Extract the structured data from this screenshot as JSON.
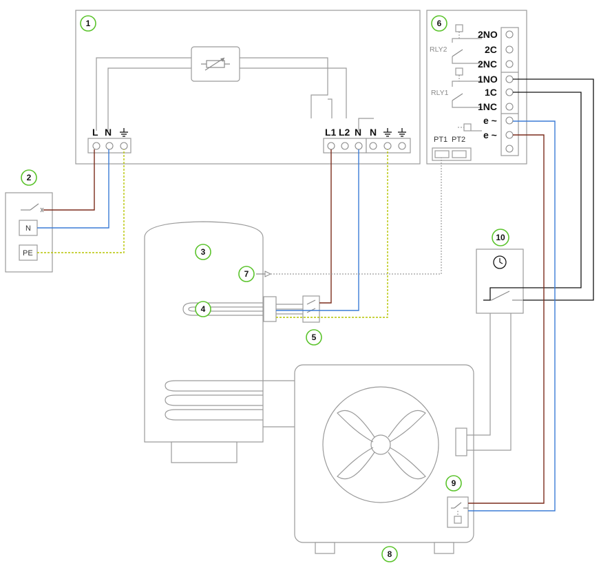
{
  "badges": [
    "1",
    "2",
    "3",
    "4",
    "5",
    "6",
    "7",
    "8",
    "9",
    "10"
  ],
  "panel1": {
    "left_terminals": [
      "L",
      "N"
    ],
    "right_terminals": [
      "L1",
      "L2",
      "N",
      "N"
    ]
  },
  "switchbox": {
    "n_label": "N",
    "pe_label": "PE"
  },
  "controller": {
    "relay2": "RLY2",
    "relay1": "RLY1",
    "terminals": [
      "2NO",
      "2C",
      "2NC",
      "1NO",
      "1C",
      "1NC",
      "e ~",
      "e ~"
    ],
    "pt1": "PT1",
    "pt2": "PT2"
  },
  "icons": [
    "thermostat-icon",
    "ground-icon",
    "clock-icon",
    "fan-icon",
    "switch-icon",
    "sensor-icon"
  ],
  "colors": {
    "badge": "#5ac32b",
    "live_brown": "#7a2a1a",
    "neutral_blue": "#3a7bd5",
    "earth_green_yellow": "#b6c400",
    "signal_black": "#111111"
  }
}
